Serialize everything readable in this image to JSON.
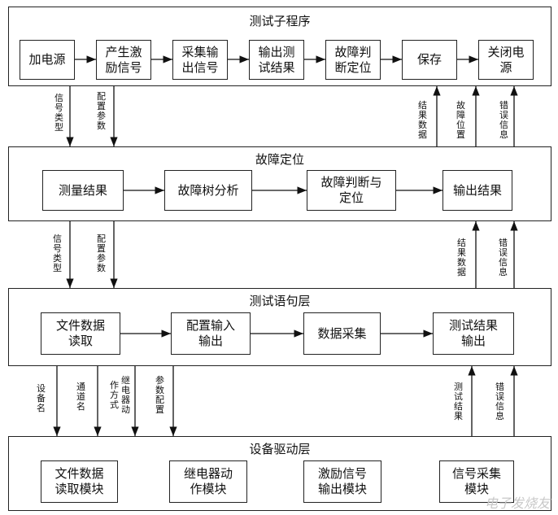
{
  "layers": {
    "test_subroutine": {
      "title": "测试子程序",
      "boxes": [
        "加电源",
        "产生激\n励信号",
        "采集输\n出信号",
        "输出测\n试结果",
        "故障判\n断定位",
        "保存",
        "关闭电\n源"
      ]
    },
    "fault_location": {
      "title": "故障定位",
      "boxes": [
        "测量结果",
        "故障树分析",
        "故障判断与\n定位",
        "输出结果"
      ]
    },
    "test_statement": {
      "title": "测试语句层",
      "boxes": [
        "文件数据\n读取",
        "配置输入\n输出",
        "数据采集",
        "测试结果\n输出"
      ]
    },
    "device_driver": {
      "title": "设备驱动层",
      "boxes": [
        "文件数据\n读取模块",
        "继电器动\n作模块",
        "激励信号\n输出模块",
        "信号采集\n模块"
      ]
    }
  },
  "labels": {
    "l1_signal_type": "信号类型",
    "l1_config_params": "配置参数",
    "l1_result_data": "结果数据",
    "l1_fault_position": "故障位置",
    "l1_error_info": "错误信息",
    "l2_signal_type": "信号类型",
    "l2_config_params": "配置参数",
    "l2_result_data": "结果数据",
    "l2_error_info": "错误信息",
    "l3_device_name": "设备名",
    "l3_channel_name": "通道名",
    "l3_relay_action_a": "继电器动",
    "l3_relay_action_b": "作方式",
    "l3_param_config": "参数配置",
    "l3_test_result": "测试结果",
    "l3_error_info": "错误信息"
  },
  "watermark": "电子发烧友"
}
